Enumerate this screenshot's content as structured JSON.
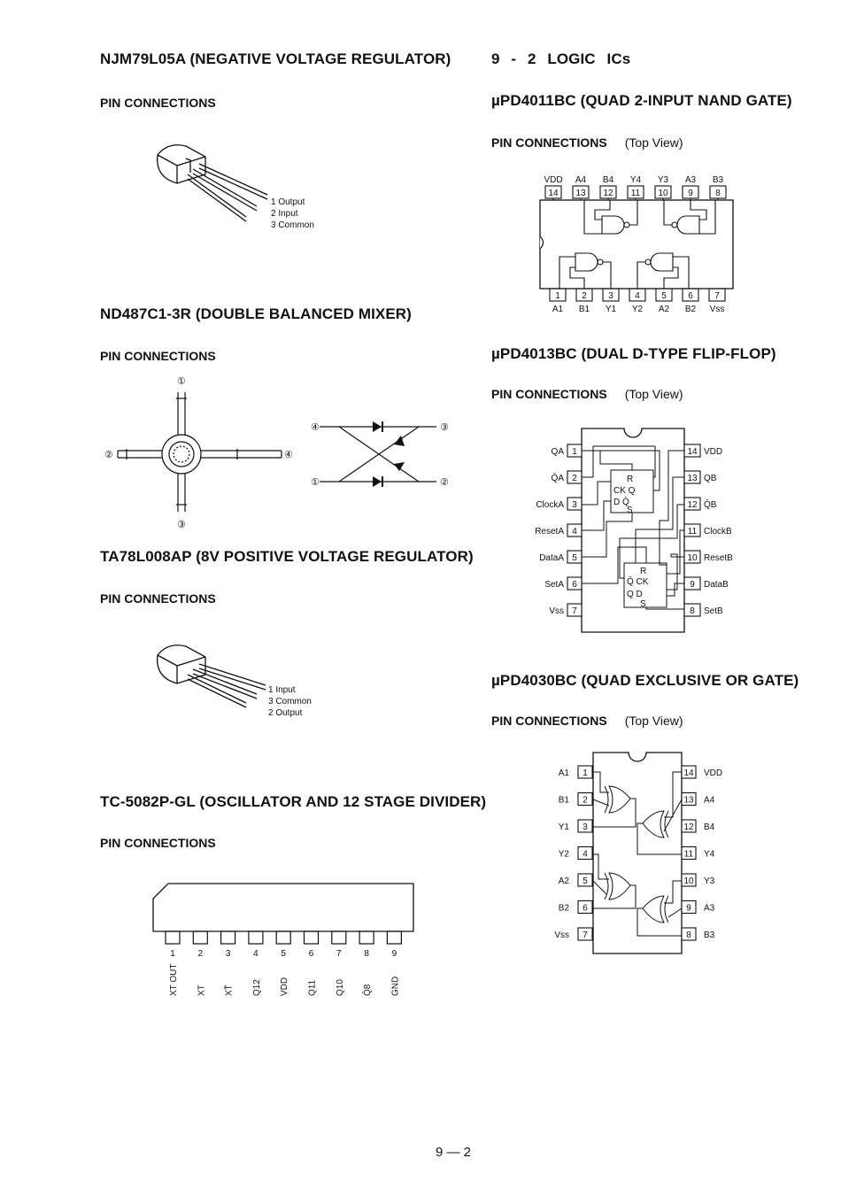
{
  "left": {
    "njm": {
      "title": "NJM79L05A (NEGATIVE VOLTAGE REGULATOR)",
      "pin_heading": "PIN CONNECTIONS",
      "pins": [
        "1 Output",
        "2 Input",
        "3 Common"
      ]
    },
    "nd": {
      "title": "ND487C1-3R (DOUBLE BALANCED MIXER)",
      "pin_heading": "PIN CONNECTIONS",
      "port_labels": [
        "①",
        "②",
        "③",
        "④"
      ]
    },
    "ta": {
      "title": "TA78L008AP (8V POSITIVE VOLTAGE REGULATOR)",
      "pin_heading": "PIN CONNECTIONS",
      "pins": [
        "1 Input",
        "3 Common",
        "2 Output"
      ]
    },
    "tc": {
      "title": "TC-5082P-GL (OSCILLATOR AND 12 STAGE DIVIDER)",
      "pin_heading": "PIN CONNECTIONS",
      "pin_numbers": [
        "1",
        "2",
        "3",
        "4",
        "5",
        "6",
        "7",
        "8",
        "9"
      ],
      "pin_names": [
        "XT OUT",
        "XT",
        "XT̄",
        "Q12",
        "VDD",
        "Q11",
        "Q10",
        "Q̄8",
        "GND"
      ]
    }
  },
  "right": {
    "section": "9 - 2   LOGIC ICs",
    "ic4011": {
      "title": "µPD4011BC (QUAD 2-INPUT NAND GATE)",
      "pin_heading": "PIN CONNECTIONS",
      "view": "(Top View)",
      "top_pins": [
        "14",
        "13",
        "12",
        "11",
        "10",
        "9",
        "8"
      ],
      "top_labels": [
        "VDD",
        "A4",
        "B4",
        "Y4",
        "Y3",
        "A3",
        "B3"
      ],
      "bottom_pins": [
        "1",
        "2",
        "3",
        "4",
        "5",
        "6",
        "7"
      ],
      "bottom_labels": [
        "A1",
        "B1",
        "Y1",
        "Y2",
        "A2",
        "B2",
        "Vss"
      ]
    },
    "ic4013": {
      "title": "µPD4013BC (DUAL D-TYPE FLIP-FLOP)",
      "pin_heading": "PIN CONNECTIONS",
      "view": "(Top View)",
      "left_pins": [
        "1",
        "2",
        "3",
        "4",
        "5",
        "6",
        "7"
      ],
      "left_labels": [
        "QA",
        "Q̄A",
        "ClockA",
        "ResetA",
        "DataA",
        "SetA",
        "Vss"
      ],
      "right_pins": [
        "14",
        "13",
        "12",
        "11",
        "10",
        "9",
        "8"
      ],
      "right_labels": [
        "VDD",
        "QB",
        "Q̄B",
        "ClockB",
        "ResetB",
        "DataB",
        "SetB"
      ],
      "ff_a": [
        "R",
        "CK Q",
        "D  Q̄",
        "S"
      ],
      "ff_b": [
        "R",
        "Q̄ CK",
        "Q   D",
        "S"
      ]
    },
    "ic4030": {
      "title": "µPD4030BC (QUAD EXCLUSIVE OR GATE)",
      "pin_heading": "PIN CONNECTIONS",
      "view": "(Top View)",
      "left_pins": [
        "1",
        "2",
        "3",
        "4",
        "5",
        "6",
        "7"
      ],
      "left_labels": [
        "A1",
        "B1",
        "Y1",
        "Y2",
        "A2",
        "B2",
        "Vss"
      ],
      "right_pins": [
        "14",
        "13",
        "12",
        "11",
        "10",
        "9",
        "8"
      ],
      "right_labels": [
        "VDD",
        "A4",
        "B4",
        "Y4",
        "Y3",
        "A3",
        "B3"
      ]
    }
  },
  "footer": {
    "page": "9 — 2"
  }
}
